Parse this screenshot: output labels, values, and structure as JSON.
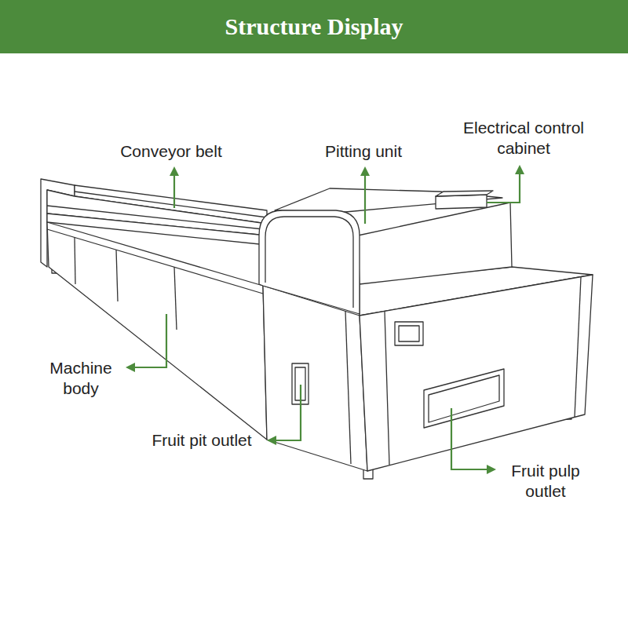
{
  "diagram": {
    "title": "Structure Display",
    "labels": [
      "Conveyor belt",
      "Pitting unit",
      "Electrical control cabinet",
      "Machine body",
      "Fruit pit outlet",
      "Fruit pulp outlet"
    ]
  }
}
